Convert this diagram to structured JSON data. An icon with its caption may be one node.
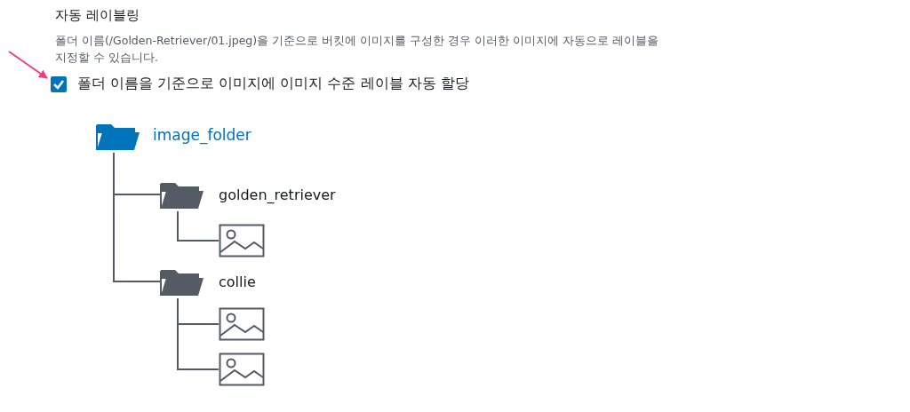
{
  "diagram": {
    "title": "자동 레이블링",
    "labels": [
      "폴더 이름(/Golden-Retriever/01.jpeg)을 기준으로 버킷에 이미지를 구성한 경우 이러한 이미지에 자동으로 레이블을 지정할 수 있습니다."
    ],
    "nodes": [
      {
        "text": [
          "폴더 이름을 기준으로 이미지에 이미지 수준 레이블 자동 할당"
        ]
      },
      {
        "text": [
          "image_folder"
        ]
      },
      {
        "text": [
          "golden_retriever"
        ]
      },
      {
        "text": [],
        "shape": "icon"
      },
      {
        "text": [
          "collie"
        ]
      },
      {
        "text": [],
        "shape": "icon"
      },
      {
        "text": [],
        "shape": "icon"
      }
    ],
    "edges": [
      {
        "from": null,
        "to": 0,
        "arrow": "to",
        "color": "#ee3f7f"
      },
      {
        "from": 1,
        "to": 2,
        "arrow": "none"
      },
      {
        "from": 2,
        "to": 3,
        "arrow": "none"
      },
      {
        "from": 1,
        "to": 4,
        "arrow": "none"
      },
      {
        "from": 4,
        "to": 5,
        "arrow": "none"
      },
      {
        "from": 4,
        "to": 6,
        "arrow": "none"
      }
    ]
  }
}
